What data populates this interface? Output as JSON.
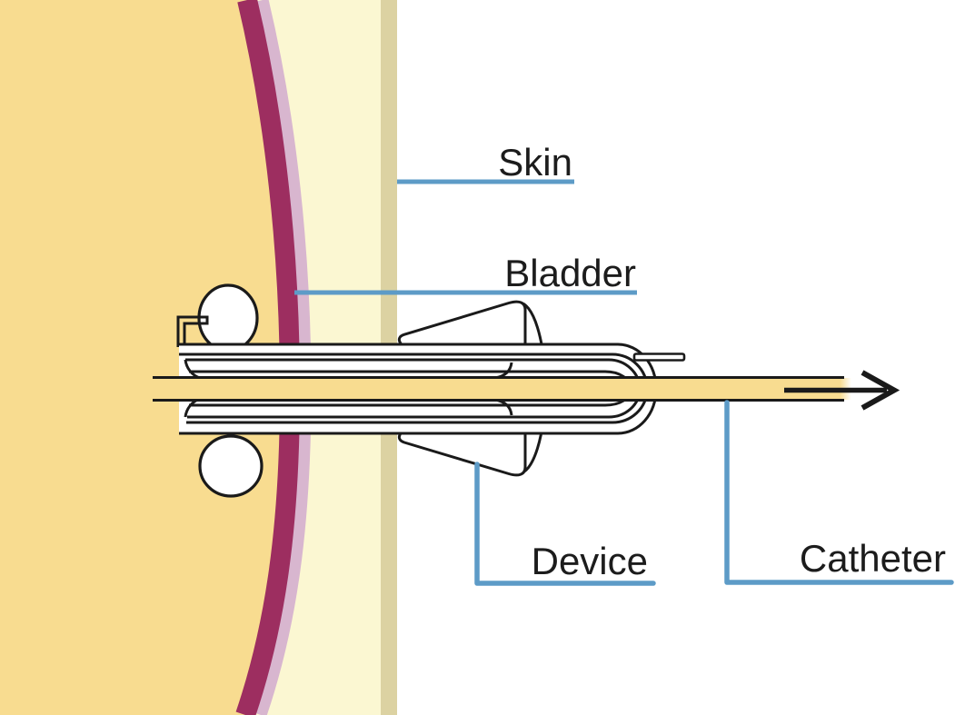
{
  "figure": {
    "type": "medical-cross-section-diagram",
    "labels": {
      "skin": "Skin",
      "bladder": "Bladder",
      "device": "Device",
      "catheter": "Catheter"
    },
    "colors": {
      "background": "#FFFFFF",
      "bladder_interior": "#F8DC90",
      "bladder_wall": "#9D2E60",
      "bladder_wall_lining": "#D8B6CF",
      "tissue_layer": "#FBF7D2",
      "skin_layer": "#DCD2A2",
      "catheter_fill": "#F8DC90",
      "leader_line": "#5D9BC7",
      "outline": "#1A1A1A",
      "text": "#1C1C1C"
    },
    "arrow": {
      "direction": "right"
    }
  }
}
